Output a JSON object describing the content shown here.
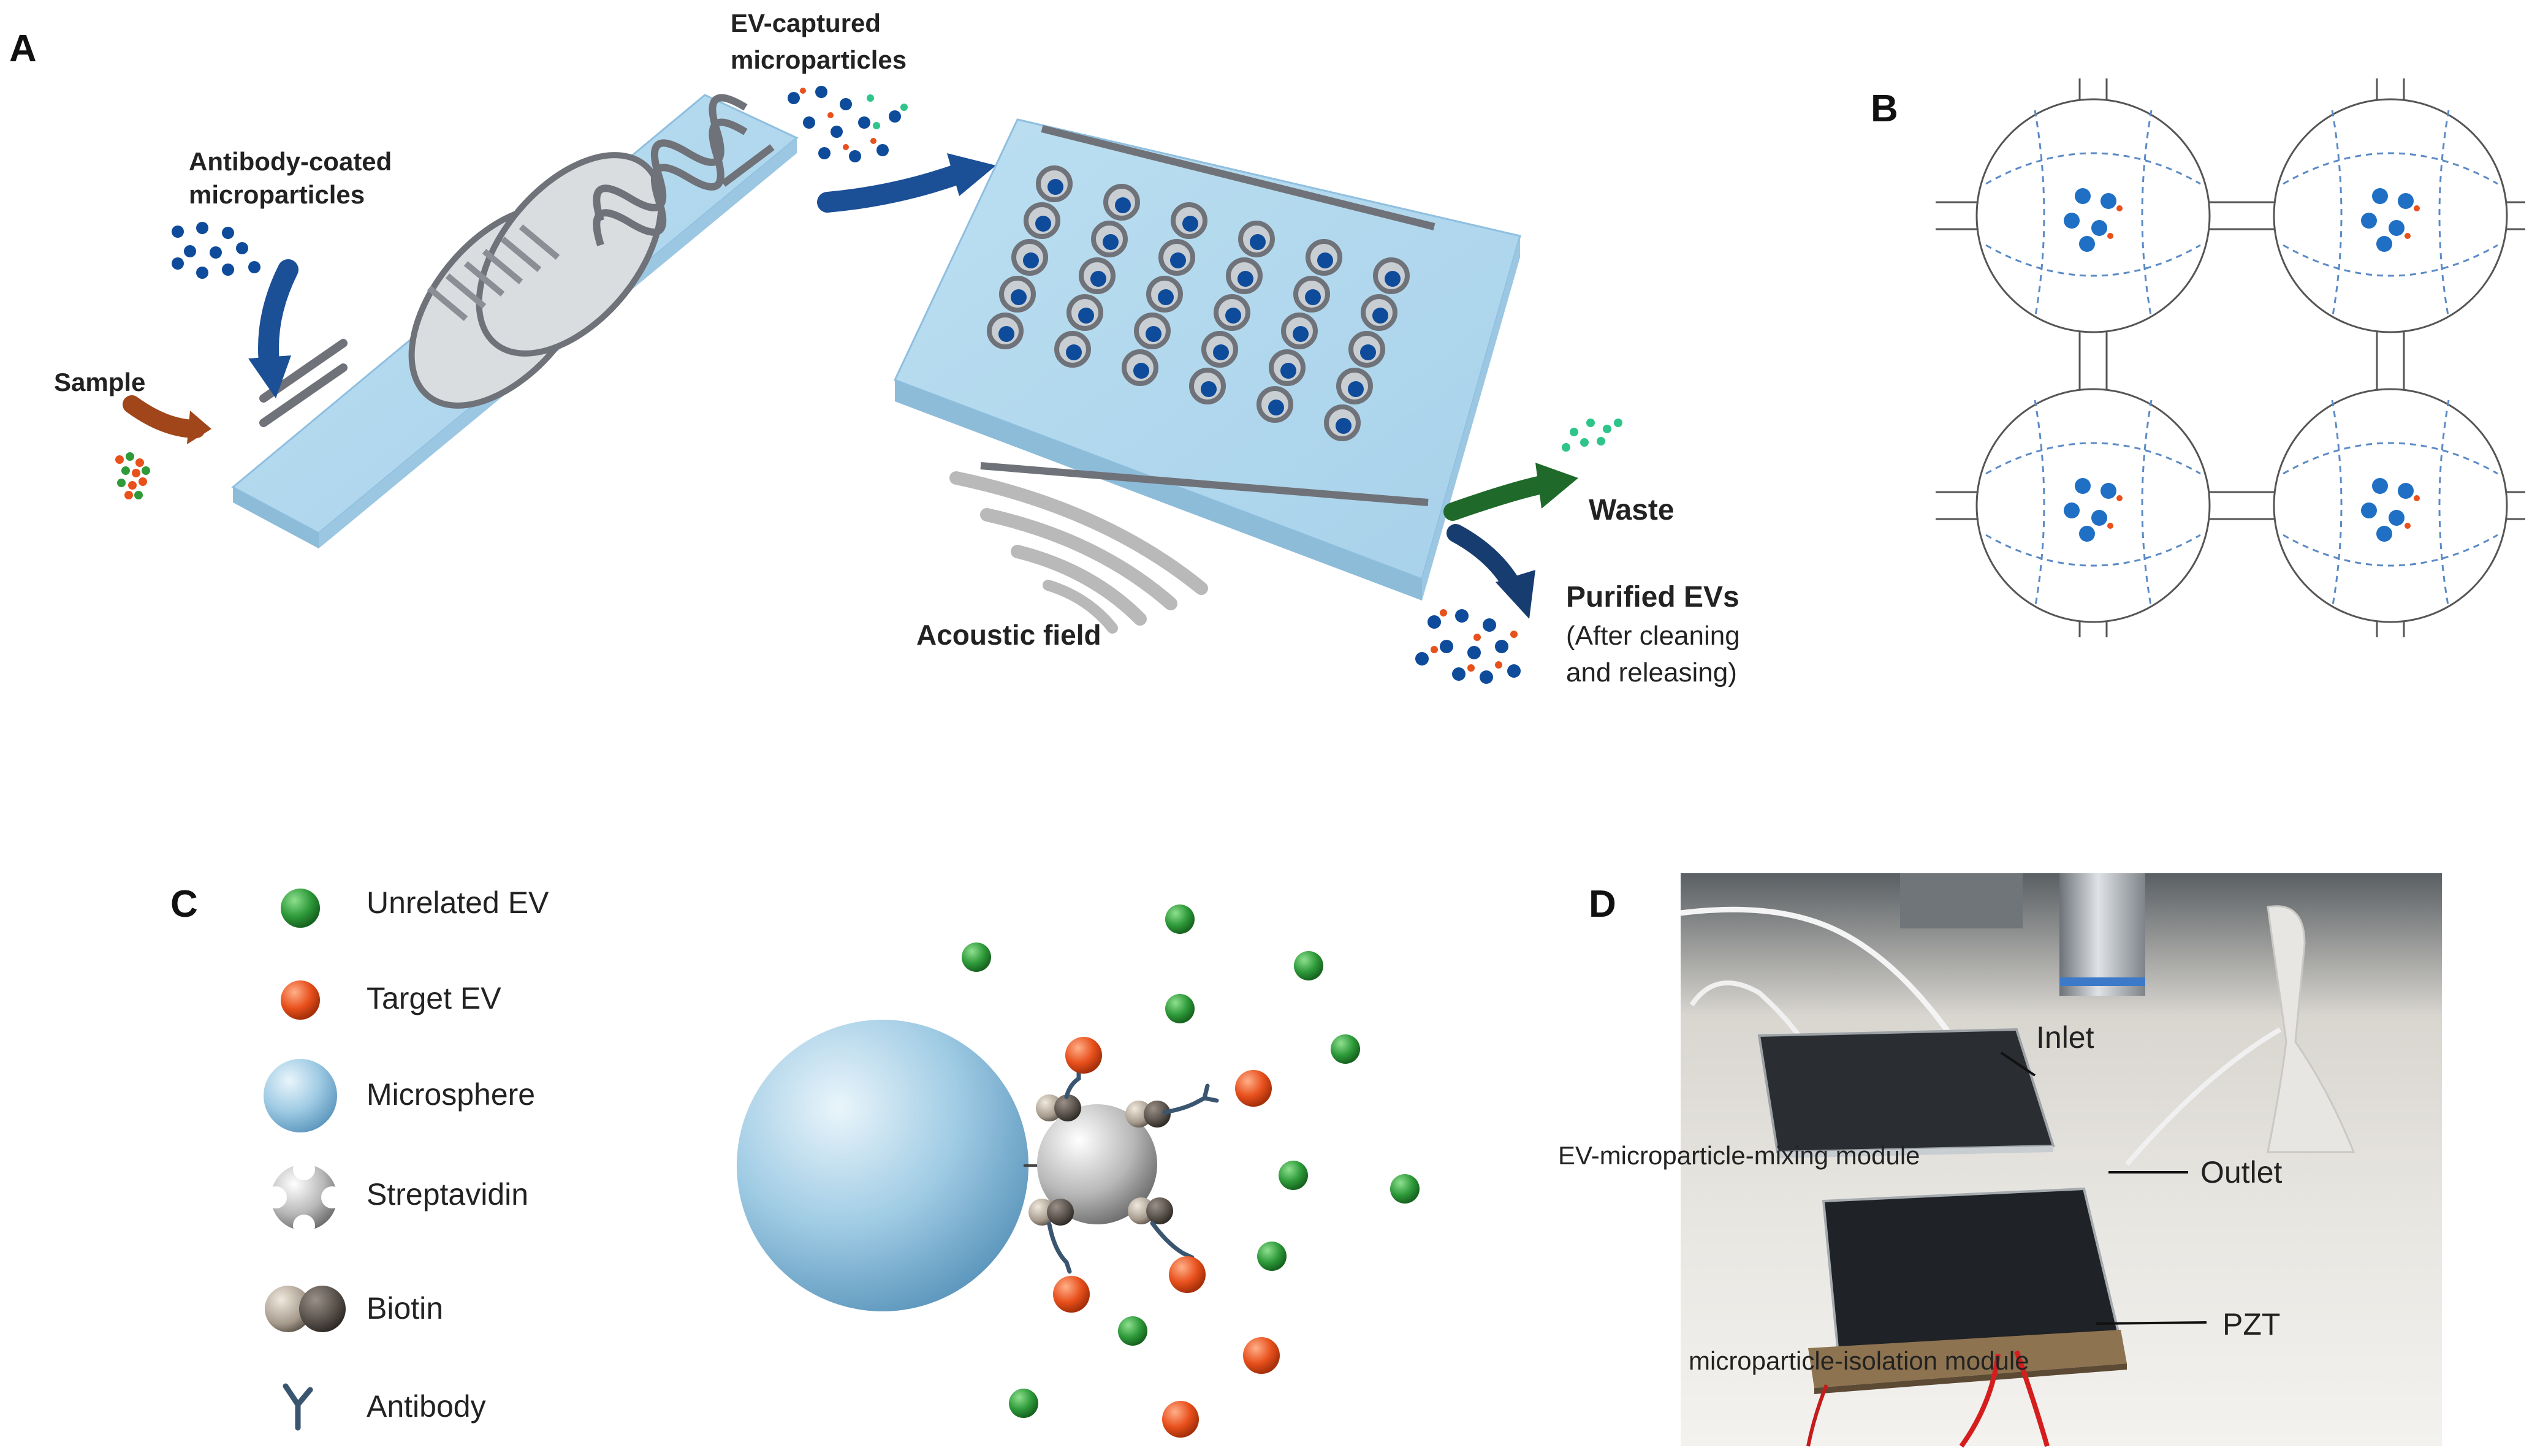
{
  "panels": {
    "a": {
      "letter": "A",
      "labels": {
        "sample": "Sample",
        "antibody_coated_1": "Antibody-coated",
        "antibody_coated_2": "microparticles",
        "ev_captured_1": "EV-captured",
        "ev_captured_2": "microparticles",
        "acoustic_field": "Acoustic field",
        "waste": "Waste",
        "purified_evs": "Purified EVs",
        "after_1": "(After cleaning",
        "after_2": "and releasing)"
      }
    },
    "b": {
      "letter": "B"
    },
    "c": {
      "letter": "C",
      "legend": [
        {
          "name": "Unrelated EV",
          "color": "#2e9a3a",
          "icon": "green-dot-icon"
        },
        {
          "name": "Target EV",
          "color": "#e8501c",
          "icon": "orange-dot-icon"
        },
        {
          "name": "Microsphere",
          "color": "#8ec2de",
          "icon": "microsphere-icon"
        },
        {
          "name": "Streptavidin",
          "color": "#b5b5b5",
          "icon": "streptavidin-icon"
        },
        {
          "name": "Biotin",
          "color": "#6e665e",
          "icon": "biotin-icon"
        },
        {
          "name": "Antibody",
          "color": "#3a5570",
          "icon": "antibody-icon"
        }
      ]
    },
    "d": {
      "letter": "D",
      "labels": {
        "inlet": "Inlet",
        "outlet": "Outlet",
        "pzt": "PZT",
        "mixing_module": "EV-microparticle-mixing module",
        "isolation_module": "microparticle-isolation module"
      }
    }
  }
}
